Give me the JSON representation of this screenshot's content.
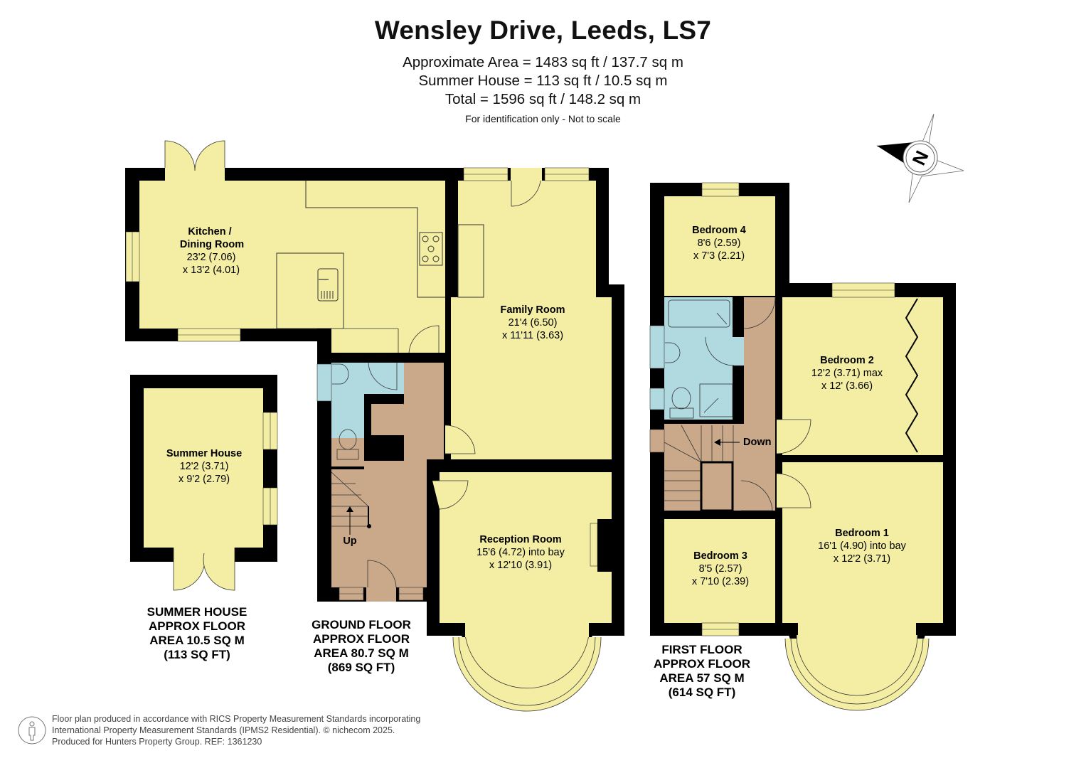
{
  "header": {
    "title": "Wensley Drive, Leeds, LS7",
    "approx_area": "Approximate Area = 1483 sq ft / 137.7 sq m",
    "summer_house_area": "Summer House = 113 sq ft / 10.5 sq m",
    "total_area": "Total = 1596 sq ft / 148.2 sq m",
    "note": "For identification only - Not to scale"
  },
  "compass": {
    "label": "N"
  },
  "colors": {
    "wall": "#000000",
    "room": "#f3eea3",
    "hall": "#c9a98a",
    "bathroom": "#b0d9e0",
    "line": "#333333"
  },
  "rooms": {
    "kitchen": {
      "name1": "Kitchen /",
      "name2": "Dining Room",
      "dim1": "23'2 (7.06)",
      "dim2": "x 13'2 (4.01)"
    },
    "family": {
      "name": "Family Room",
      "dim1": "21'4 (6.50)",
      "dim2": "x 11'11 (3.63)"
    },
    "reception": {
      "name": "Reception Room",
      "dim1": "15'6 (4.72) into bay",
      "dim2": "x 12'10 (3.91)"
    },
    "summer": {
      "name": "Summer House",
      "dim1": "12'2 (3.71)",
      "dim2": "x 9'2 (2.79)"
    },
    "bedroom4": {
      "name": "Bedroom 4",
      "dim1": "8'6 (2.59)",
      "dim2": "x 7'3 (2.21)"
    },
    "bedroom2": {
      "name": "Bedroom 2",
      "dim1": "12'2 (3.71) max",
      "dim2": "x 12' (3.66)"
    },
    "bedroom1": {
      "name": "Bedroom 1",
      "dim1": "16'1 (4.90) into bay",
      "dim2": "x 12'2 (3.71)"
    },
    "bedroom3": {
      "name": "Bedroom 3",
      "dim1": "8'5 (2.57)",
      "dim2": "x 7'10 (2.39)"
    }
  },
  "stairs": {
    "up": "Up",
    "down": "Down"
  },
  "floor_labels": {
    "summer": [
      "SUMMER HOUSE",
      "APPROX FLOOR",
      "AREA 10.5 SQ M",
      "(113 SQ FT)"
    ],
    "ground": [
      "GROUND FLOOR",
      "APPROX FLOOR",
      "AREA 80.7 SQ M",
      "(869 SQ FT)"
    ],
    "first": [
      "FIRST FLOOR",
      "APPROX FLOOR",
      "AREA 57 SQ M",
      "(614 SQ FT)"
    ]
  },
  "footer": {
    "line1": "Floor plan produced in accordance with RICS Property Measurement Standards incorporating",
    "line2": "International Property Measurement Standards (IPMS2 Residential).   © nichecom 2025.",
    "line3": "Produced for Hunters Property Group. REF: 1361230"
  }
}
